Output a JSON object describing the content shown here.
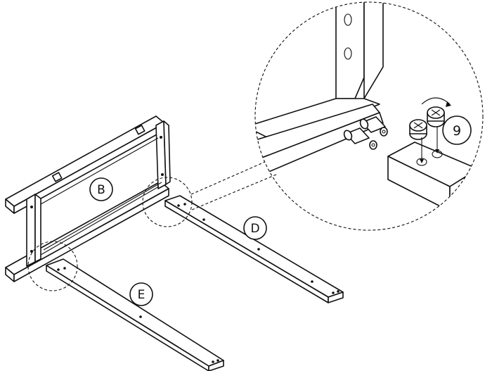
{
  "labels": {
    "part_b": "B",
    "part_d": "D",
    "part_e": "E",
    "step": "9"
  }
}
